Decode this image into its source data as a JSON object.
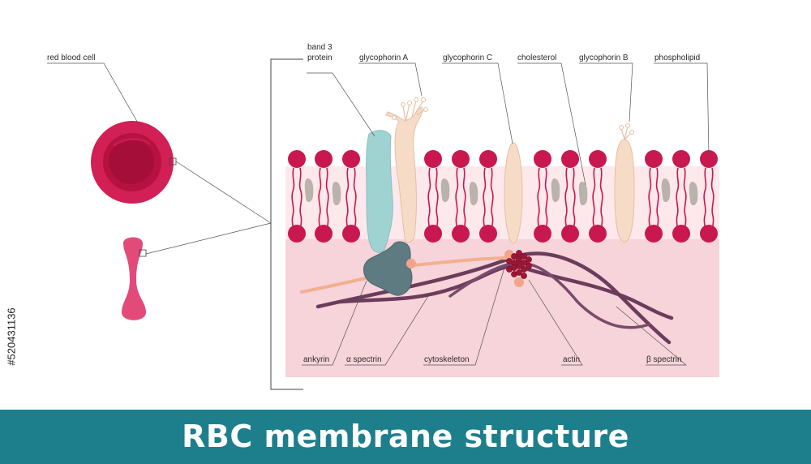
{
  "title": "RBC membrane structure",
  "stock_id": "#520431136",
  "labels": {
    "red_blood_cell": "red blood cell",
    "band3_line1": "band 3",
    "band3_line2": "protein",
    "glycophorin_a": "glycophorin A",
    "glycophorin_c": "glycophorin C",
    "cholesterol": "cholesterol",
    "glycophorin_b": "glycophorin B",
    "phospholipid": "phospholipid",
    "ankyrin": "ankyrin",
    "alpha_spectrin": "α spectrin",
    "cytoskeleton": "cytoskeleton",
    "actin": "actin",
    "beta_spectrin": "β spectrin"
  },
  "colors": {
    "phospholipid_head": "#c8184f",
    "membrane_background": "#f7d3da",
    "band3_protein": "#9fd3d1",
    "glycophorin": "#f6dcc6",
    "cholesterol": "#b9b3ab",
    "ankyrin": "#5d7b80",
    "spectrin": "#6b3c5c",
    "actin": "#9e1636",
    "title_bar": "#1e7f8c"
  }
}
